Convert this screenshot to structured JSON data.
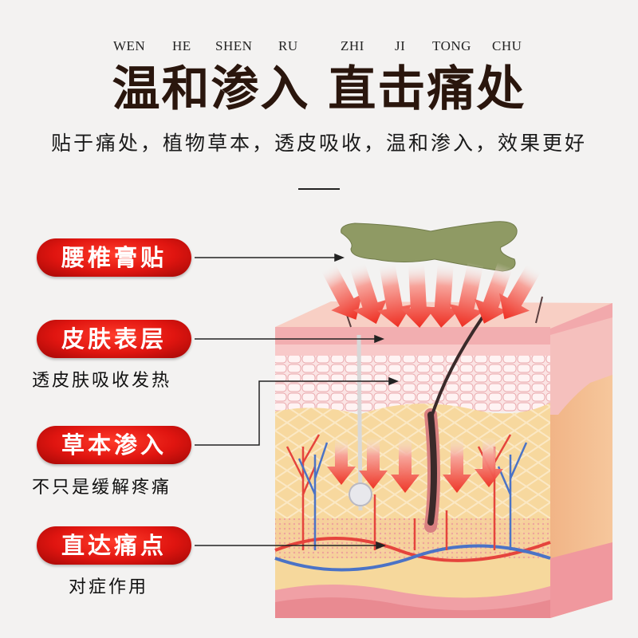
{
  "header": {
    "pinyin": [
      "WEN",
      "HE",
      "SHEN",
      "RU",
      "ZHI",
      "JI",
      "TONG",
      "CHU"
    ],
    "title": "温和渗入 直击痛处",
    "subtitle": "贴于痛处，植物草本，透皮吸收，温和渗入，效果更好"
  },
  "labels": [
    {
      "text": "腰椎膏贴",
      "caption": ""
    },
    {
      "text": "皮肤表层",
      "caption": "透皮肤吸收发热"
    },
    {
      "text": "草本渗入",
      "caption": "不只是缓解疼痛"
    },
    {
      "text": "直达痛点",
      "caption": "对症作用"
    }
  ],
  "colors": {
    "pill_red": "#e01510",
    "patch_green": "#8f9a64",
    "arrow_red": "#f04a3a",
    "skin_pink": "#f4c2c0",
    "fat_yellow": "#f6d79a"
  }
}
